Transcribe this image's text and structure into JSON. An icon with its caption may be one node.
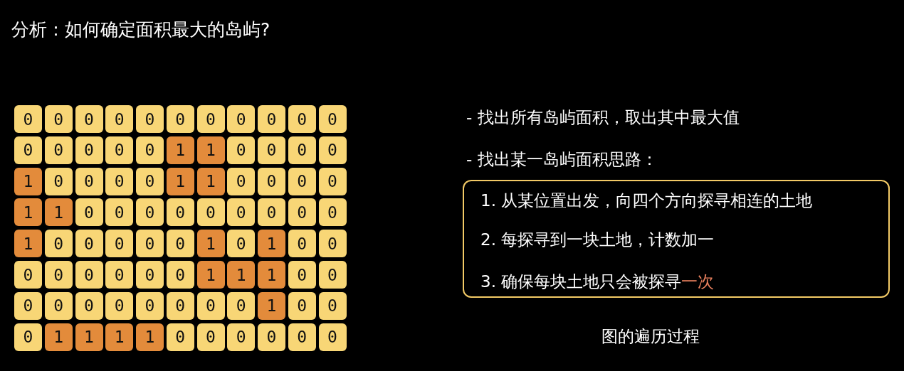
{
  "diagram": {
    "title": "分析：如何确定面积最大的岛屿?",
    "caption": "图的遍历过程",
    "nodes": [
      {
        "text": [
          "0"
        ]
      },
      {
        "text": [
          "0"
        ]
      },
      {
        "text": [
          "0"
        ]
      },
      {
        "text": [
          "0"
        ]
      },
      {
        "text": [
          "0"
        ]
      },
      {
        "text": [
          "0"
        ]
      },
      {
        "text": [
          "0"
        ]
      },
      {
        "text": [
          "0"
        ]
      },
      {
        "text": [
          "0"
        ]
      },
      {
        "text": [
          "0"
        ]
      },
      {
        "text": [
          "0"
        ]
      },
      {
        "text": [
          "0"
        ]
      },
      {
        "text": [
          "0"
        ]
      },
      {
        "text": [
          "0"
        ]
      },
      {
        "text": [
          "0"
        ]
      },
      {
        "text": [
          "0"
        ]
      },
      {
        "text": [
          "1"
        ]
      },
      {
        "text": [
          "1"
        ]
      },
      {
        "text": [
          "0"
        ]
      },
      {
        "text": [
          "0"
        ]
      },
      {
        "text": [
          "0"
        ]
      },
      {
        "text": [
          "0"
        ]
      },
      {
        "text": [
          "1"
        ]
      },
      {
        "text": [
          "0"
        ]
      },
      {
        "text": [
          "0"
        ]
      },
      {
        "text": [
          "0"
        ]
      },
      {
        "text": [
          "0"
        ]
      },
      {
        "text": [
          "1"
        ]
      },
      {
        "text": [
          "1"
        ]
      },
      {
        "text": [
          "0"
        ]
      },
      {
        "text": [
          "0"
        ]
      },
      {
        "text": [
          "0"
        ]
      },
      {
        "text": [
          "0"
        ]
      },
      {
        "text": [
          "1"
        ]
      },
      {
        "text": [
          "1"
        ]
      },
      {
        "text": [
          "0"
        ]
      },
      {
        "text": [
          "0"
        ]
      },
      {
        "text": [
          "0"
        ]
      },
      {
        "text": [
          "0"
        ]
      },
      {
        "text": [
          "0"
        ]
      },
      {
        "text": [
          "0"
        ]
      },
      {
        "text": [
          "0"
        ]
      },
      {
        "text": [
          "0"
        ]
      },
      {
        "text": [
          "0"
        ]
      },
      {
        "text": [
          "1"
        ]
      },
      {
        "text": [
          "0"
        ]
      },
      {
        "text": [
          "0"
        ]
      },
      {
        "text": [
          "0"
        ]
      },
      {
        "text": [
          "0"
        ]
      },
      {
        "text": [
          "0"
        ]
      },
      {
        "text": [
          "1"
        ]
      },
      {
        "text": [
          "0"
        ]
      },
      {
        "text": [
          "1"
        ]
      },
      {
        "text": [
          "0"
        ]
      },
      {
        "text": [
          "0"
        ]
      },
      {
        "text": [
          "0"
        ]
      },
      {
        "text": [
          "0"
        ]
      },
      {
        "text": [
          "0"
        ]
      },
      {
        "text": [
          "0"
        ]
      },
      {
        "text": [
          "0"
        ]
      },
      {
        "text": [
          "0"
        ]
      },
      {
        "text": [
          "1"
        ]
      },
      {
        "text": [
          "1"
        ]
      },
      {
        "text": [
          "1"
        ]
      },
      {
        "text": [
          "0"
        ]
      },
      {
        "text": [
          "0"
        ]
      },
      {
        "text": [
          "0"
        ]
      },
      {
        "text": [
          "0"
        ]
      },
      {
        "text": [
          "0"
        ]
      },
      {
        "text": [
          "0"
        ]
      },
      {
        "text": [
          "0"
        ]
      },
      {
        "text": [
          "0"
        ]
      },
      {
        "text": [
          "0"
        ]
      },
      {
        "text": [
          "0"
        ]
      },
      {
        "text": [
          "1"
        ]
      },
      {
        "text": [
          "0"
        ]
      },
      {
        "text": [
          "0"
        ]
      },
      {
        "text": [
          "0"
        ]
      },
      {
        "text": [
          "1"
        ]
      },
      {
        "text": [
          "1"
        ]
      },
      {
        "text": [
          "1"
        ]
      },
      {
        "text": [
          "1"
        ]
      },
      {
        "text": [
          "0"
        ]
      },
      {
        "text": [
          "0"
        ]
      },
      {
        "text": [
          "0"
        ]
      },
      {
        "text": [
          "0"
        ]
      },
      {
        "text": [
          "0"
        ]
      },
      {
        "text": [
          "0"
        ]
      },
      {
        "text": [
          "1.  从某位置出发，向四个方向探寻相连的土地",
          "2.  每探寻到一块土地，计数加一",
          "3.  确保每块土地只会被探寻一次"
        ]
      }
    ],
    "labels": [
      "-  找出所有岛屿面积，取出其中最大值",
      "-  找出某一岛屿面积思路："
    ]
  }
}
